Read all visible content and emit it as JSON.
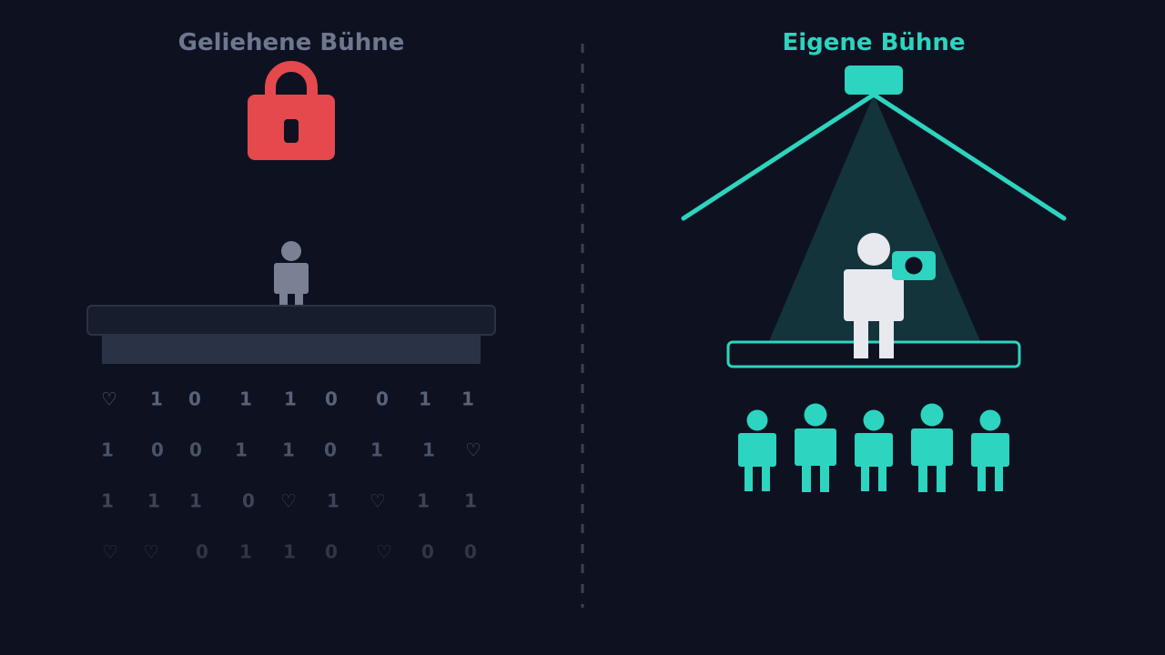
{
  "left_panel": {
    "title": "Geliehene Bühne",
    "colors": {
      "title": "#6e778f",
      "lock": "#e5484d",
      "figure": "#7b8194",
      "stage_top": "#181d2e",
      "stage_base": "#2a3246"
    },
    "icons": [
      "lock-icon",
      "person-icon",
      "heart-icon"
    ],
    "data_rows": [
      [
        "♡",
        "1",
        "0",
        "1",
        "1",
        "0",
        "0",
        "1",
        "1"
      ],
      [
        "1",
        "0",
        "0",
        "1",
        "1",
        "0",
        "1",
        "1",
        "♡"
      ],
      [
        "1",
        "1",
        "1",
        "0",
        "♡",
        "1",
        "♡",
        "1",
        "1"
      ],
      [
        "♡",
        "♡",
        "0",
        "1",
        "1",
        "0",
        "♡",
        "0",
        "0"
      ]
    ]
  },
  "right_panel": {
    "title": "Eigene Bühne",
    "colors": {
      "accent": "#2dd4bf",
      "presenter": "#e8e9ef",
      "spotlight": "#13343b"
    },
    "icons": [
      "spotlight-icon",
      "roof-icon",
      "presenter-icon",
      "camera-icon",
      "audience-person-icon"
    ],
    "audience_count": 5
  },
  "divider_color": "#3a4152"
}
